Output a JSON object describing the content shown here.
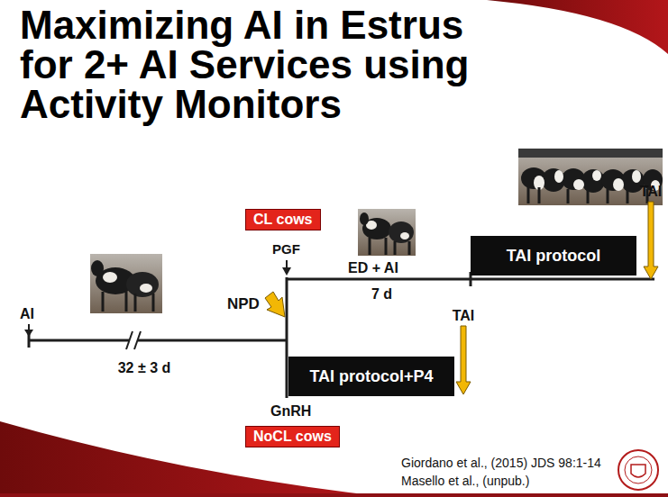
{
  "diagram": {
    "title": "Maximizing AI in Estrus for 2+ AI Services using Activity Monitors",
    "nodes": [
      {
        "text": [
          "CL cows"
        ]
      },
      {
        "text": [
          "TAI protocol"
        ]
      },
      {
        "text": [
          "TAI protocol+P4"
        ]
      },
      {
        "text": [
          "NoCL cows"
        ]
      }
    ],
    "labels": [
      "AI",
      "32 ± 3 d",
      "PGF",
      "ED + AI",
      "7 d",
      "TAI",
      "NPD",
      "TAI",
      "GnRH",
      "Giordano et al., (2015) JDS 98:1-14",
      "Masello et al., (unpub.)"
    ]
  }
}
